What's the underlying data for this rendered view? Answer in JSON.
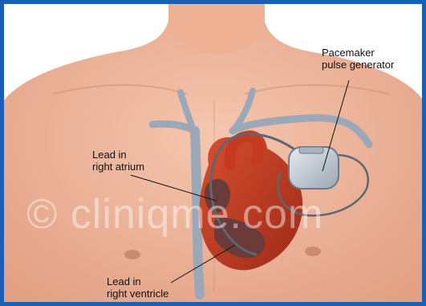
{
  "labels": {
    "pacemaker_line1": "Pacemaker",
    "pacemaker_line2": "pulse generator",
    "atrium_line1": "Lead in",
    "atrium_line2": "right atrium",
    "ventricle_line1": "Lead in",
    "ventricle_line2": "right ventricle"
  },
  "watermark": "© cliniqme.com",
  "colors": {
    "frame": "#1a5fb4",
    "skin": "#f0b79c",
    "vein": "#9aa8b8",
    "heart_red": "#c63a22",
    "heart_dark": "#6b3b3a",
    "device": "#c7cfd8"
  }
}
